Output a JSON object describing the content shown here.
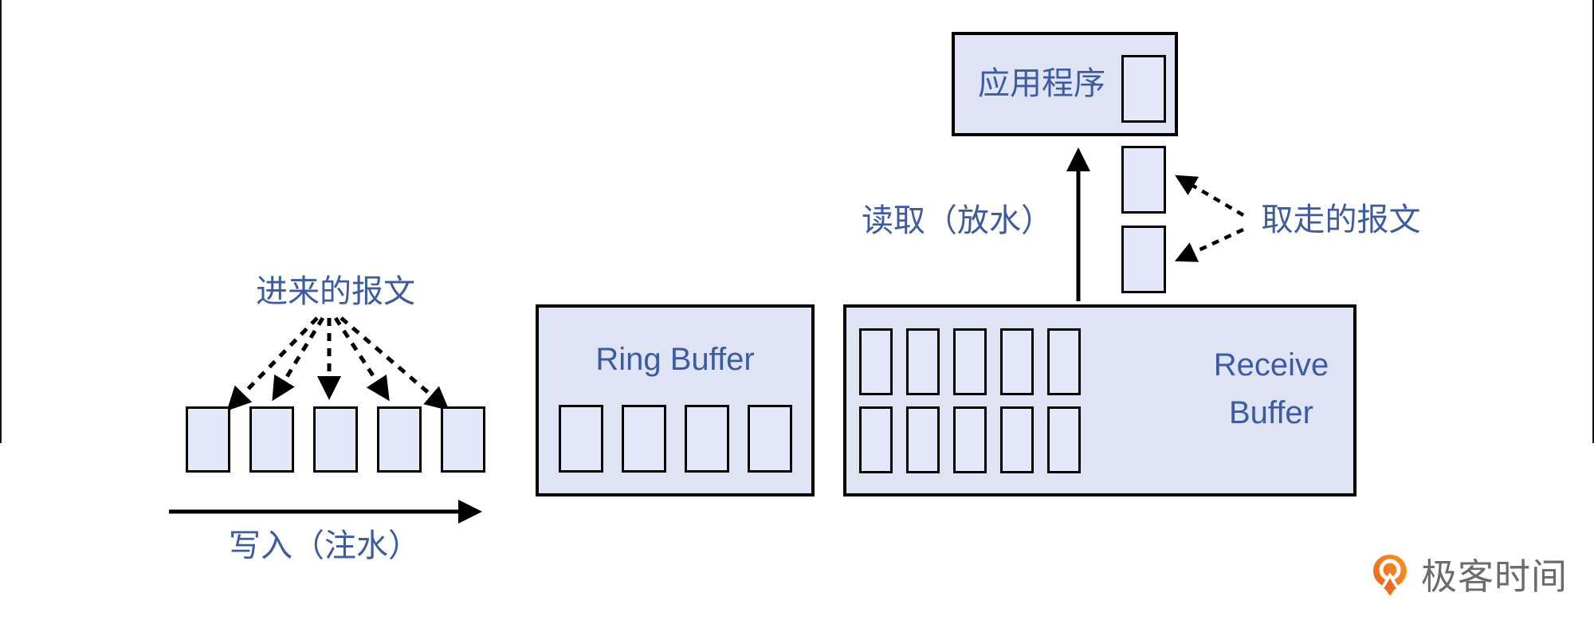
{
  "diagram": {
    "incoming": {
      "label": "进来的报文",
      "packet_count": 5
    },
    "write_flow": {
      "label": "写入（注水）"
    },
    "ring_buffer": {
      "title": "Ring Buffer",
      "slot_count": 4
    },
    "receive_buffer": {
      "title_line1": "Receive",
      "title_line2": "Buffer",
      "slot_rows": 2,
      "slots_per_row": 5
    },
    "application": {
      "label": "应用程序",
      "slot_count": 1
    },
    "read_flow": {
      "label": "读取（放水）"
    },
    "taken": {
      "label": "取走的报文",
      "packet_count": 2
    }
  },
  "branding": {
    "logo_text": "极客时间"
  },
  "colors": {
    "text_blue": "#3c5ba1",
    "container_fill": "#dfe4f5",
    "slot_fill": "#e3e8f8",
    "line_black": "#000000",
    "logo_orange": "#f26d21",
    "logo_orange_light": "#f9961e",
    "logo_gray": "#6b6b6b"
  }
}
